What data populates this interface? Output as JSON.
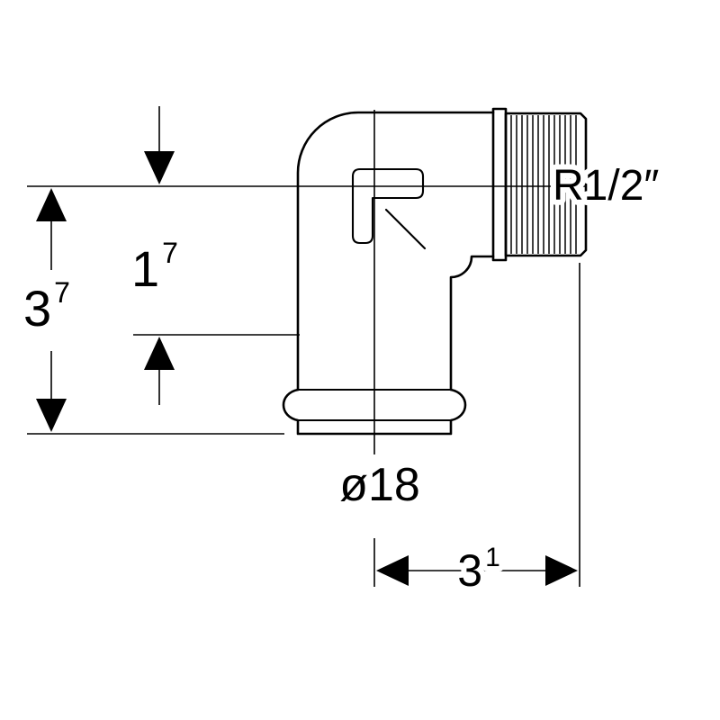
{
  "drawing": {
    "labels": {
      "thread": "R1/2″",
      "diameter": "ø18"
    },
    "dimensions": {
      "total_height": {
        "main": "3",
        "sup": "7"
      },
      "insertion_depth": {
        "main": "1",
        "sup": "7"
      },
      "width": {
        "main": "3",
        "sup": "1"
      }
    },
    "colors": {
      "line": "#000000",
      "background": "#ffffff"
    }
  }
}
